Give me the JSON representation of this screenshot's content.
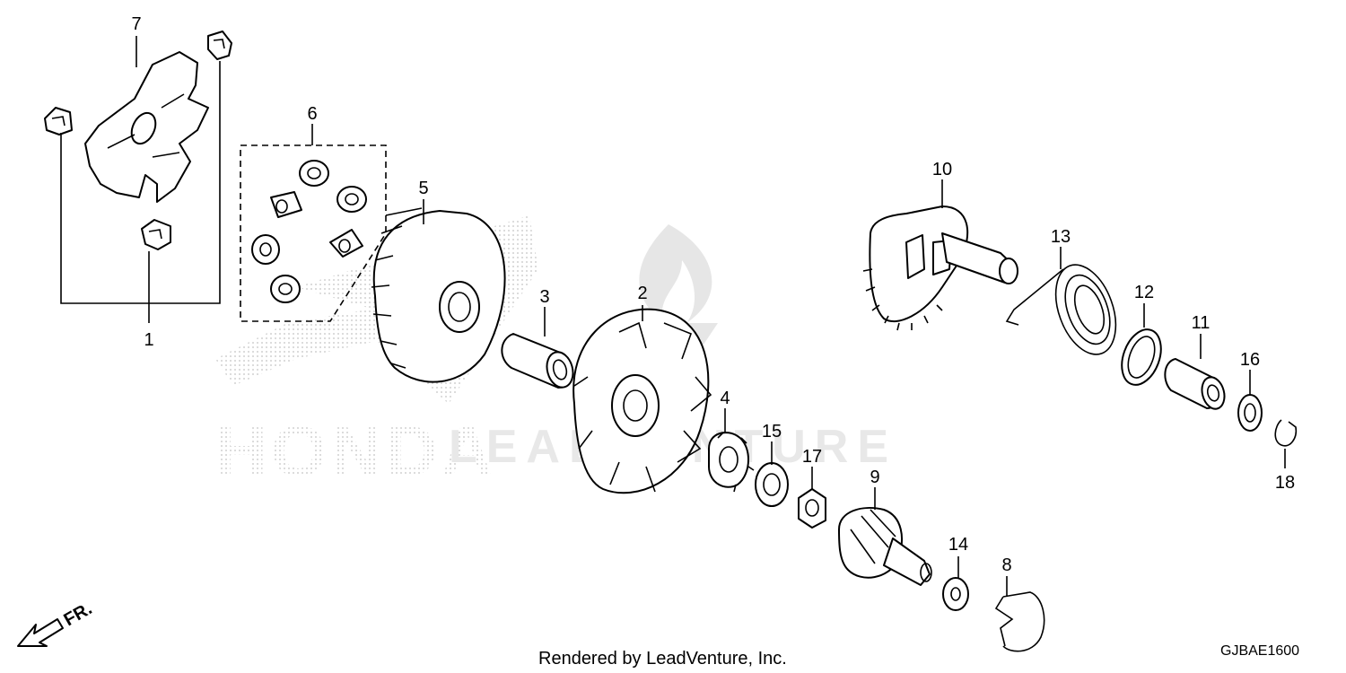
{
  "diagram": {
    "callouts": [
      "1",
      "2",
      "3",
      "4",
      "5",
      "6",
      "7",
      "8",
      "9",
      "10",
      "11",
      "12",
      "13",
      "14",
      "15",
      "16",
      "17",
      "18"
    ],
    "direction_marker": "FR.",
    "footer_credit": "Rendered by LeadVenture, Inc.",
    "diagram_code": "GJBAE1600",
    "watermark_brand": "HONDA",
    "watermark_dealer": "LEADVENTURE"
  }
}
